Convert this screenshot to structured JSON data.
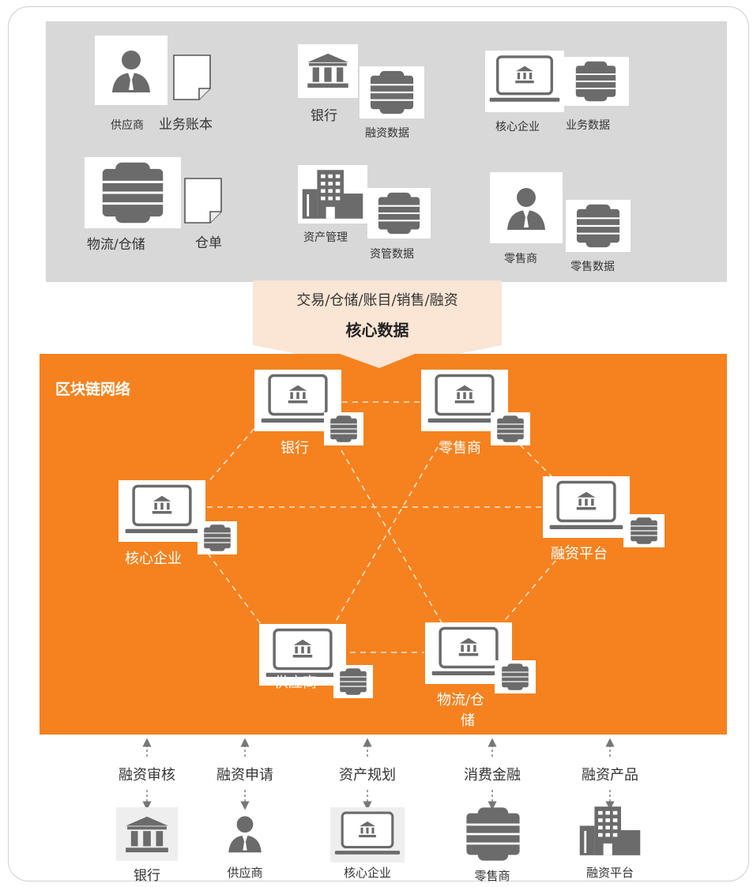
{
  "sources": [
    {
      "name": "供应商",
      "data": "业务账本"
    },
    {
      "name": "银行",
      "data": "融资数据"
    },
    {
      "name": "核心企业",
      "data": "业务数据"
    },
    {
      "name": "物流/仓储",
      "data": "仓单"
    },
    {
      "name": "资产管理",
      "data": "资管数据"
    },
    {
      "name": "零售商",
      "data": "零售数据"
    }
  ],
  "funnel": {
    "subtitle": "交易/仓储/账目/销售/融资",
    "title": "核心数据"
  },
  "network": {
    "title": "区块链网络",
    "nodes": [
      "银行",
      "零售商",
      "核心企业",
      "融资平台",
      "供应商",
      "物流/仓",
      "储"
    ]
  },
  "services": [
    "融资审核",
    "融资申请",
    "资产规划",
    "消费金融",
    "融资产品"
  ],
  "entities": [
    "银行",
    "供应商",
    "核心企业",
    "零售商",
    "融资平台"
  ],
  "colors": {
    "orange": "#f5821f",
    "panel": "#d8d8d8",
    "icon": "#6b6b6b"
  }
}
